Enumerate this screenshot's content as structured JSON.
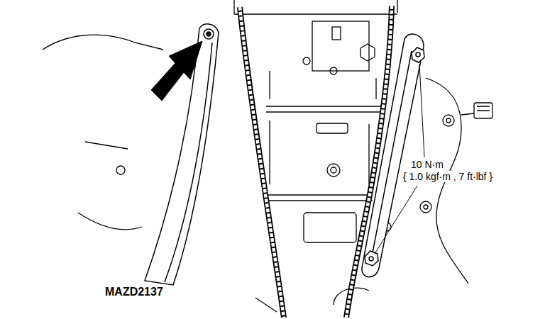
{
  "diagram": {
    "labels": [
      "10 N·m",
      "{ 1.0 kgf·m , 7 ft·lbf }",
      "MAZD2137"
    ]
  }
}
